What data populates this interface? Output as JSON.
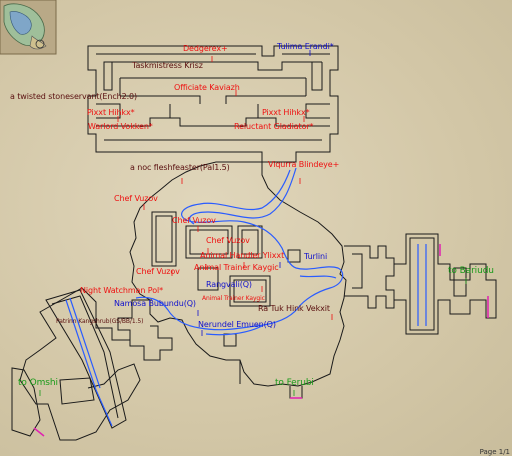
{
  "map": {
    "colors": {
      "wall": "#1a1a1a",
      "water": "#2a5cff",
      "npc_hostile": "#ee1111",
      "npc_friendly": "#1111cc",
      "zone_line": "#1a9a1a",
      "zone_border": "#e020b0"
    },
    "labels": {
      "dedgerex": "Dedgerex+",
      "tulima": "Tulima Erandi*",
      "taskmistress": "Taskmistress Krisz",
      "officiate": "Officiate Kaviazh",
      "stoneservant": "a twisted stoneservant(Ench2.0)",
      "pixxt_left": "Pixxt Hihkx*",
      "pixxt_right": "Pixxt Hihkx*",
      "warlord": "Warlord Vokken*",
      "gladiator": "Reluctant Gladiator*",
      "fleshfeaster": "a noc fleshfeaster(Pal1.5)",
      "viqurra": "Viqurra Blindeye+",
      "chef1": "Chef Vuzov",
      "chef2": "Chef Vuzov",
      "chef3": "Chef Vuzov",
      "chef4": "Chef Vuzov",
      "handler": "Animal Handler Ylixxt",
      "trainer": "Animal Trainer Kaygic",
      "trainer_small": "Animal Trainer Kaygic",
      "turlini": "Turlini",
      "watchman": "Night Watchman Pol*",
      "rangvali": "Rangvali(Q)",
      "namosa": "Namosa Bubundu(Q)",
      "hatrinn": "Patrinn Kangshrub(GS/BB/1.5)",
      "raituk": "Ra Tuk Hink Vekxit",
      "nerundel": "Nerundel Emuen(Q)",
      "to_bariudu": "to Bariudu",
      "to_omshi": "to Omshi",
      "to_ferubi": "to Ferubi",
      "page": "Page 1/1"
    }
  }
}
